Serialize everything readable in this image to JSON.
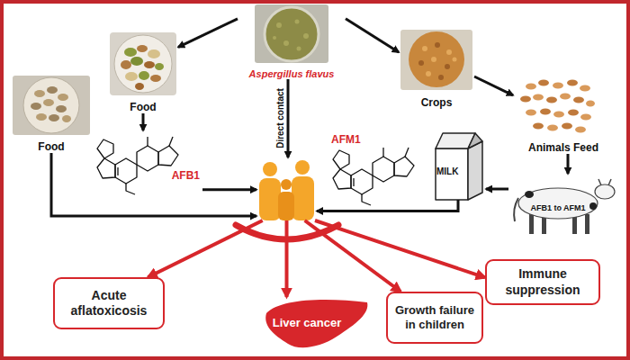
{
  "diagram": {
    "nodes": [
      {
        "text": [
          "Aspergillus flavus"
        ]
      },
      {
        "text": [
          "Food"
        ]
      },
      {
        "text": [
          "Food"
        ]
      },
      {
        "text": [
          "Crops"
        ]
      },
      {
        "text": [
          "Animals Feed"
        ]
      },
      {
        "text": [
          "AFB1"
        ]
      },
      {
        "text": [
          "AFM1"
        ]
      },
      {
        "text": []
      },
      {
        "text": [
          "MILK"
        ]
      },
      {
        "text": [
          "AFB1 to AFM1"
        ]
      },
      {
        "text": [
          "Acute aflatoxicosis"
        ]
      },
      {
        "text": [
          "Liver cancer"
        ]
      },
      {
        "text": [
          "Growth failure in children"
        ]
      },
      {
        "text": [
          "Immune suppression"
        ]
      }
    ],
    "edges": [
      {
        "from": 0,
        "to": 1,
        "arrow": "to"
      },
      {
        "from": 1,
        "to": 5,
        "arrow": "to"
      },
      {
        "from": 2,
        "to": 7,
        "arrow": "to"
      },
      {
        "from": 5,
        "to": 7,
        "arrow": "to"
      },
      {
        "from": 0,
        "to": 7,
        "label": "Direct contact",
        "arrow": "to"
      },
      {
        "from": 0,
        "to": 3,
        "arrow": "to"
      },
      {
        "from": 3,
        "to": 4,
        "arrow": "to"
      },
      {
        "from": 4,
        "to": 9,
        "arrow": "to"
      },
      {
        "from": 9,
        "to": 8,
        "arrow": "to"
      },
      {
        "from": 8,
        "to": 7,
        "arrow": "to"
      },
      {
        "from": 7,
        "to": 10,
        "arrow": "to"
      },
      {
        "from": 7,
        "to": 11,
        "arrow": "to"
      },
      {
        "from": 7,
        "to": 12,
        "arrow": "to"
      },
      {
        "from": 7,
        "to": 13,
        "arrow": "to"
      }
    ]
  }
}
